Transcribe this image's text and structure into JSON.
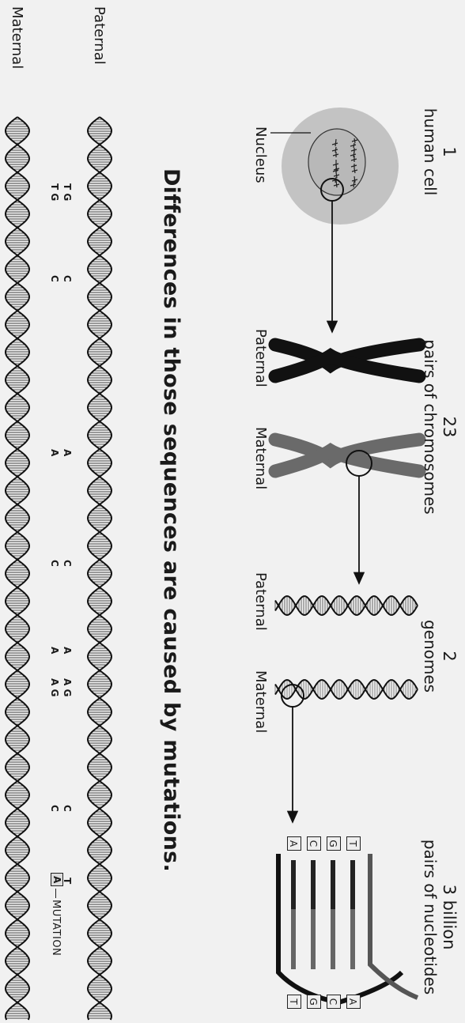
{
  "top": {
    "col1": {
      "num": "1",
      "caption": "human cell"
    },
    "col2": {
      "num": "23",
      "caption": "pairs of chromosomes"
    },
    "col3": {
      "num": "2",
      "caption": "genomes"
    },
    "col4": {
      "num": "3 billion",
      "caption": "pairs of nucleotides"
    },
    "nucleus_label": "Nucleus",
    "chrom_paternal": "Paternal",
    "chrom_maternal": "Maternal",
    "genome_paternal": "Paternal",
    "genome_maternal": "Maternal",
    "nucleotide_left": [
      "T",
      "G",
      "C",
      "A"
    ],
    "nucleotide_right": [
      "A",
      "C",
      "G",
      "T"
    ]
  },
  "title": "Differences in those sequences are caused by mutations.",
  "bottom": {
    "paternal_label": "Paternal",
    "maternal_label": "Maternal",
    "row1": [
      "T G",
      "C",
      "A",
      "C",
      "A",
      "A G",
      "C",
      "T"
    ],
    "row2": [
      "T G",
      "C",
      "A",
      "C",
      "A",
      "A G",
      "C",
      "A"
    ],
    "mutation_label": "MUTATION"
  },
  "colors": {
    "paternal": "#111111",
    "maternal": "#6a6a6a",
    "cell": "#9c9c9c"
  }
}
